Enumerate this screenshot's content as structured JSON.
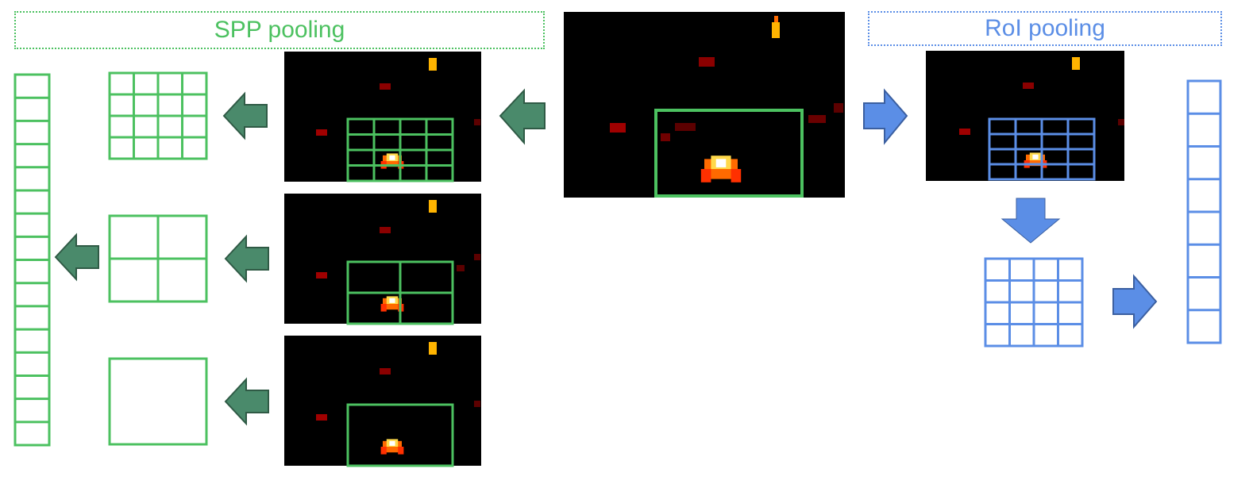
{
  "spp_label": "SPP pooling",
  "roi_label": "RoI pooling",
  "colors": {
    "spp": "#4cc160",
    "roi": "#5b8ee6",
    "spp_arrow": "#4a8a6b",
    "roi_arrow": "#5b8ee6",
    "feature_map_bg": "#000000"
  },
  "spp_levels": [
    "4x4",
    "2x2",
    "1x1"
  ],
  "roi_grid": "4x4"
}
